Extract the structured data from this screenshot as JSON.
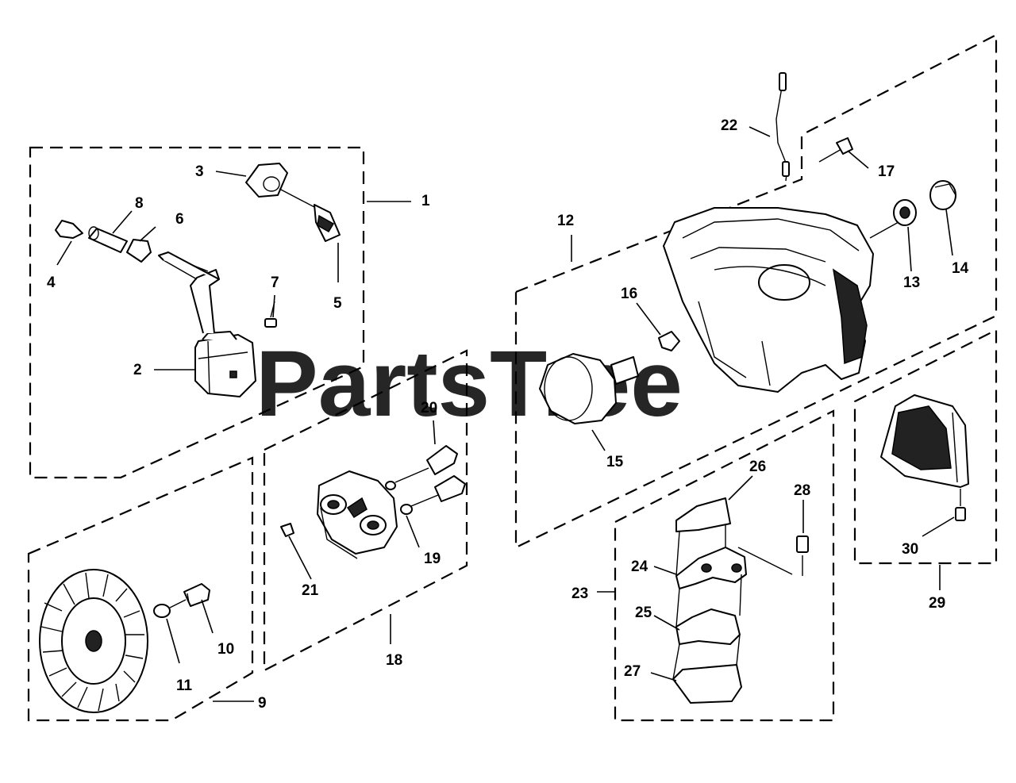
{
  "watermark": {
    "text": "PartsTree",
    "mark": "™"
  },
  "labels": {
    "p1": "1",
    "p2": "2",
    "p3": "3",
    "p4": "4",
    "p5": "5",
    "p6": "6",
    "p7": "7",
    "p8": "8",
    "p9": "9",
    "p10": "10",
    "p11": "11",
    "p12": "12",
    "p13": "13",
    "p14": "14",
    "p15": "15",
    "p16": "16",
    "p17": "17",
    "p18": "18",
    "p19": "19",
    "p20": "20",
    "p21": "21",
    "p22": "22",
    "p23": "23",
    "p24": "24",
    "p25": "25",
    "p26": "26",
    "p27": "27",
    "p28": "28",
    "p29": "29",
    "p30": "30"
  }
}
